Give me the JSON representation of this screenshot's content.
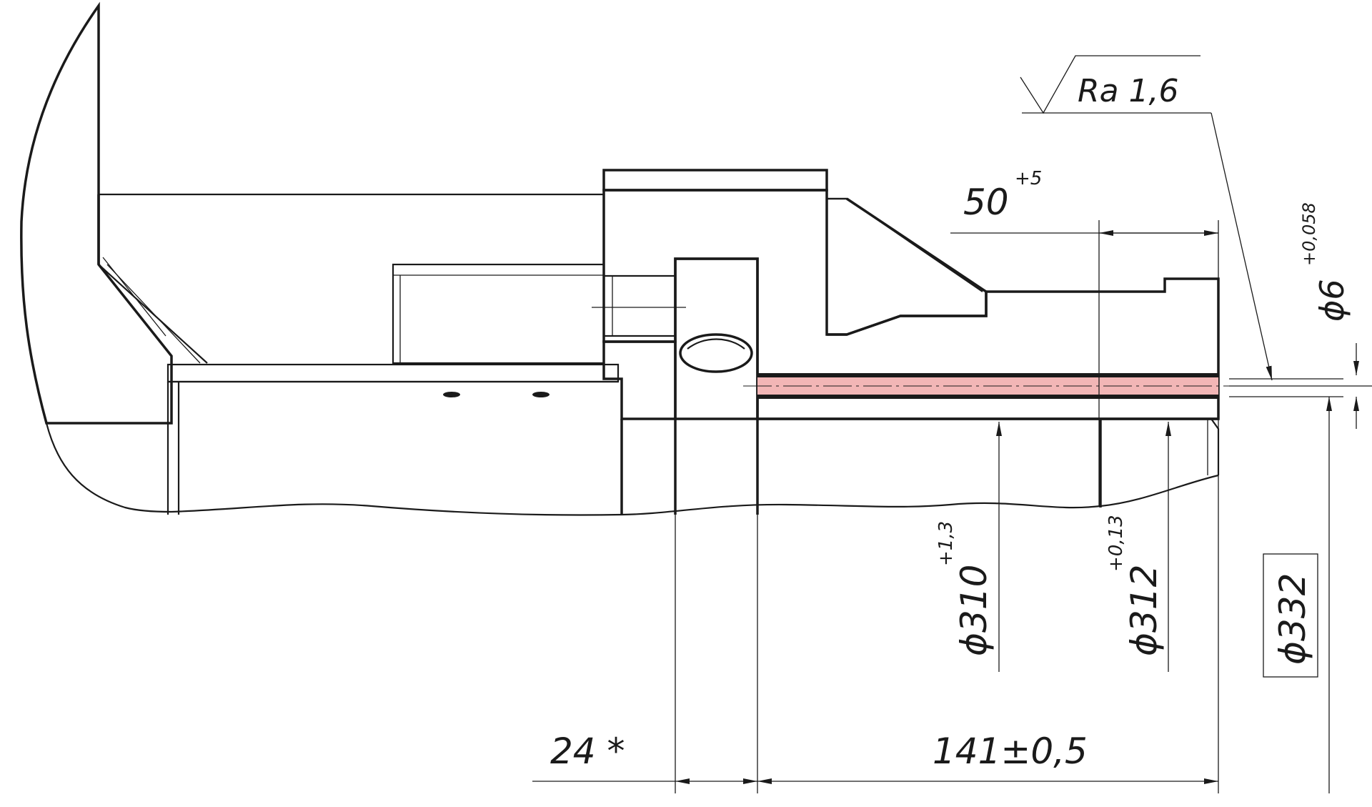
{
  "drawing": {
    "colors": {
      "line": "#1a1a1a",
      "background": "#ffffff",
      "highlight_channel": "#f2b6b6"
    },
    "annotations": {
      "roughness": "Ra 1,6",
      "dim_50_value": "50",
      "dim_50_tol": "+5",
      "dim_phi6_value": "ϕ6",
      "dim_phi6_tol": "+0,058",
      "dim_phi310_value": "ϕ310",
      "dim_phi310_tol": "+1,3",
      "dim_phi312_value": "ϕ312",
      "dim_phi312_tol": "+0,13",
      "dim_phi332_value": "ϕ332",
      "dim_24": "24 *",
      "dim_141": "141±0,5"
    }
  }
}
